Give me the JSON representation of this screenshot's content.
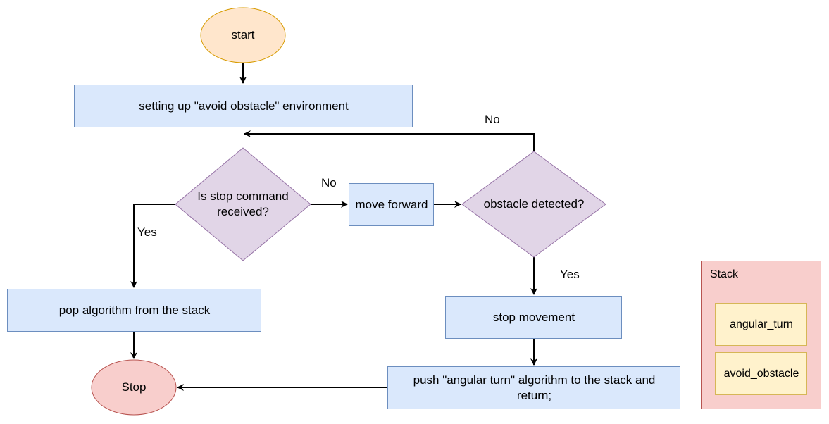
{
  "nodes": {
    "start": "start",
    "setup": "setting up \"avoid obstacle\" environment",
    "stop_check": "Is stop command received?",
    "move_forward": "move forward",
    "obstacle_check": "obstacle detected?",
    "pop": "pop algorithm from the stack",
    "stop_movement": "stop movement",
    "push": "push \"angular turn\" algorithm to the stack and return;",
    "end": "Stop"
  },
  "edges": {
    "stop_no": "No",
    "stop_yes": "Yes",
    "obstacle_no": "No",
    "obstacle_yes": "Yes"
  },
  "stack": {
    "title": "Stack",
    "items": [
      "angular_turn",
      "avoid_obstacle"
    ]
  },
  "colors": {
    "start_fill": "#ffe6cc",
    "start_stroke": "#d79b00",
    "process_fill": "#dae8fc",
    "process_stroke": "#6c8ebf",
    "decision_fill": "#e1d5e7",
    "decision_stroke": "#9673a6",
    "end_fill": "#f8cecc",
    "end_stroke": "#b85450",
    "stack_item_fill": "#fff2cc",
    "stack_item_stroke": "#d6b656"
  }
}
